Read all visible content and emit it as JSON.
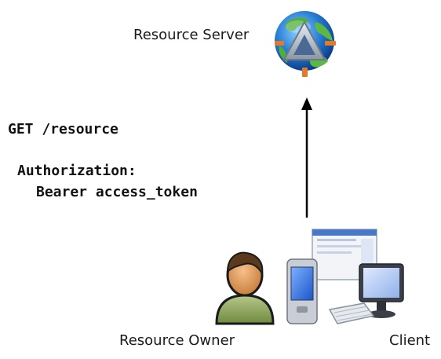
{
  "diagram": {
    "resource_server_label": "Resource Server",
    "resource_owner_label": "Resource Owner",
    "client_label": "Client",
    "request": {
      "line1": "GET /resource",
      "line2": "Authorization:",
      "line3": "Bearer access_token"
    }
  },
  "icons": {
    "server": "globe-server-icon",
    "owner": "person-icon",
    "client": "computer-devices-icon"
  }
}
